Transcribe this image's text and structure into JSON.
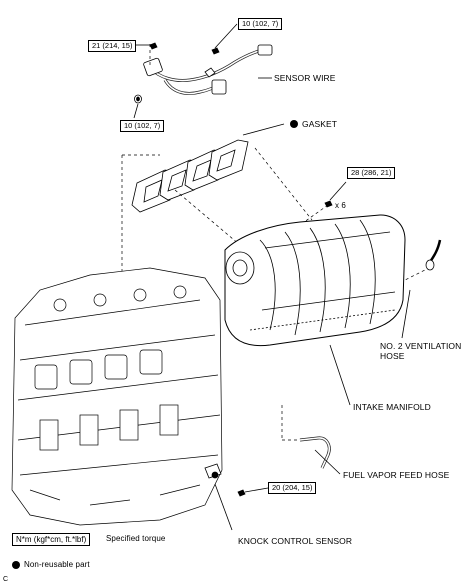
{
  "callouts": {
    "sensor_wire": "SENSOR WIRE",
    "gasket": "GASKET",
    "no2_ventilation_hose": "NO. 2 VENTILATION HOSE",
    "intake_manifold": "INTAKE MANIFOLD",
    "fuel_vapor_feed_hose": "FUEL VAPOR FEED HOSE",
    "knock_control_sensor": "KNOCK CONTROL SENSOR"
  },
  "torques": {
    "sensor_wire_top": "10 (102, 7)",
    "sensor_wire_left": "21 (214, 15)",
    "sensor_wire_bottom": "10 (102, 7)",
    "intake_manifold_bolts": "28 (286, 21)",
    "intake_manifold_bolt_qty": "x 6",
    "knock_sensor": "20 (204, 15)"
  },
  "legend": {
    "units": "N*m (kgf*cm, ft.*lbf)",
    "units_caption": "Specified torque",
    "non_reusable": "Non-reusable part"
  },
  "corner_mark": "C",
  "symbols": {
    "non_reusable_marker": "filled-dot-icon",
    "marker_color": "#000000"
  }
}
